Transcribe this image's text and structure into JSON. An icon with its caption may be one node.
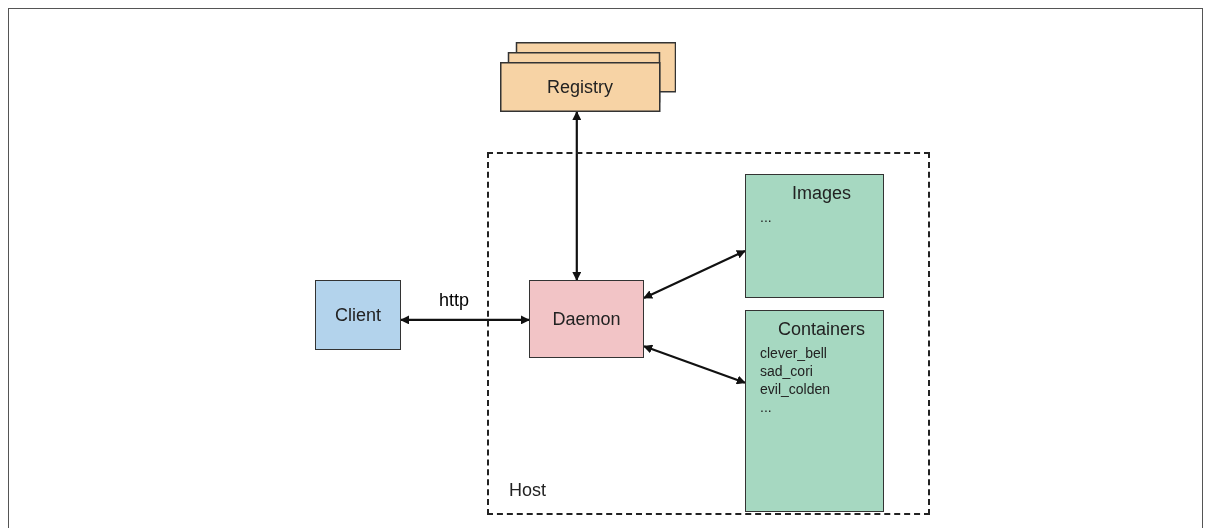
{
  "diagram": {
    "nodes": [
      {
        "text": [
          "Registry"
        ]
      },
      {
        "text": [
          "Host"
        ]
      },
      {
        "text": [
          "Client"
        ]
      },
      {
        "text": [
          "Daemon"
        ],
        "in": 1
      },
      {
        "text": [
          "Images",
          "..."
        ],
        "in": 1
      },
      {
        "text": [
          "Containers",
          "clever_bell",
          "sad_cori",
          "evil_colden",
          "..."
        ],
        "in": 1
      }
    ],
    "edges": [
      {
        "from": 2,
        "to": 3,
        "arrow": "both",
        "label": "http"
      },
      {
        "from": 0,
        "to": 3,
        "arrow": "both"
      },
      {
        "from": 3,
        "to": 4,
        "arrow": "both"
      },
      {
        "from": 3,
        "to": 5,
        "arrow": "both"
      }
    ]
  }
}
